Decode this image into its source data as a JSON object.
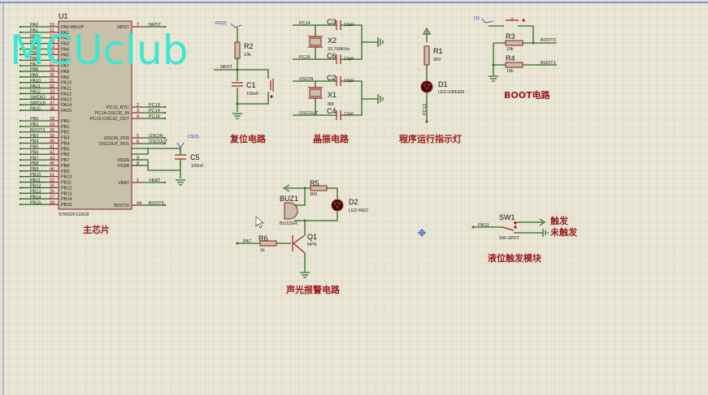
{
  "watermark": "MCUclub",
  "chip": {
    "ref": "U1",
    "part": "STM32F103C8",
    "title": "主芯片",
    "left_pa": [
      [
        "PA0",
        "10",
        "PA0-WKUP"
      ],
      [
        "PA1",
        "11",
        "PA1"
      ],
      [
        "PA2",
        "12",
        "PA2"
      ],
      [
        "PA3",
        "13",
        "PA3"
      ],
      [
        "PA4",
        "14",
        "PA4"
      ],
      [
        "PA5",
        "15",
        "PA5"
      ],
      [
        "PA6",
        "16",
        "PA6"
      ],
      [
        "PA7",
        "17",
        "PA7"
      ],
      [
        "PA8",
        "29",
        "PA8"
      ],
      [
        "PA9",
        "30",
        "PA9"
      ],
      [
        "PA10",
        "31",
        "PA10"
      ],
      [
        "PA11",
        "32",
        "PA11"
      ],
      [
        "PA12",
        "33",
        "PA12"
      ],
      [
        "SWDIO",
        "34",
        "PA13"
      ],
      [
        "SWCLK",
        "37",
        "PA14"
      ],
      [
        "PA15",
        "38",
        "PA15"
      ]
    ],
    "left_pb": [
      [
        "PB0",
        "18",
        "PB0"
      ],
      [
        "PB1",
        "19",
        "PB1"
      ],
      [
        "BOOT1",
        "20",
        "PB2"
      ],
      [
        "PB3",
        "39",
        "PB3"
      ],
      [
        "PB4",
        "40",
        "PB4"
      ],
      [
        "PB5",
        "41",
        "PB5"
      ],
      [
        "PB6",
        "42",
        "PB6"
      ],
      [
        "PB7",
        "43",
        "PB7"
      ],
      [
        "PB8",
        "45",
        "PB8"
      ],
      [
        "PB9",
        "46",
        "PB9"
      ],
      [
        "PB10",
        "21",
        "PB10"
      ],
      [
        "PB11",
        "22",
        "PB11"
      ],
      [
        "PB12",
        "25",
        "PB12"
      ],
      [
        "PB13",
        "26",
        "PB13"
      ],
      [
        "PB14",
        "27",
        "PB14"
      ],
      [
        "PB15",
        "28",
        "PB15"
      ]
    ],
    "right": [
      [
        "NRST",
        "7",
        "NRST"
      ],
      [
        "PC13_RTC",
        "2",
        "PC13"
      ],
      [
        "PC14-OSC32_IN",
        "3",
        "PC14"
      ],
      [
        "PC15-OSC32_OUT",
        "4",
        "PC15"
      ],
      [
        "OSCIN_PD0",
        "5",
        "OSCIN"
      ],
      [
        "OSCOUT_PD1",
        "6",
        "OSCOUT"
      ],
      [
        "VDDA",
        "9",
        ""
      ],
      [
        "VSSA",
        "8",
        ""
      ],
      [
        "VBAT",
        "1",
        "VBAT"
      ],
      [
        "BOOT0",
        "44",
        "BOOT0"
      ]
    ]
  },
  "c5": {
    "probe": "C5(2)",
    "ref": "C5",
    "value": "100nF"
  },
  "reset": {
    "probe": "R2(2)",
    "r_ref": "R2",
    "r_val": "10k",
    "net": "NRST",
    "c_ref": "C1",
    "c_val": "100nF",
    "title": "复位电路"
  },
  "crystal": {
    "net1": "PC14",
    "net2": "PC15",
    "net3": "OSCIN",
    "net4": "OSCOUT",
    "c3": "C3",
    "c6": "C6",
    "c2": "C2",
    "c4": "C4",
    "cval": "12pF",
    "x2": "X2",
    "x2_val": "32.768KHz",
    "x1": "X1",
    "x1_val": "8M",
    "title": "晶振电路"
  },
  "led": {
    "r_ref": "R1",
    "r_val": "300",
    "d_ref": "D1",
    "d_val": "LED-GREEN",
    "net": "PC13",
    "title": "程序运行指示灯"
  },
  "boot": {
    "probe": "(1)",
    "r3": "R3",
    "r4": "R4",
    "rval": "10k",
    "net0": "BOOT0",
    "net1": "BOOT1",
    "title": "BOOT电路"
  },
  "alarm": {
    "r5": "R5",
    "r5_val": "300",
    "buz": "BUZ1",
    "buz_val": "BUZZER",
    "d2": "D2",
    "d2_val": "LED-RED",
    "q1": "Q1",
    "q1_val": "NPN",
    "r6": "R6",
    "r6_val": "1k",
    "net": "PA7",
    "title": "声光报警电路"
  },
  "sw": {
    "ref": "SW1",
    "val": "SW-SPDT",
    "net": "PB13",
    "on": "触发",
    "off": "未触发",
    "title": "液位触发模块"
  }
}
